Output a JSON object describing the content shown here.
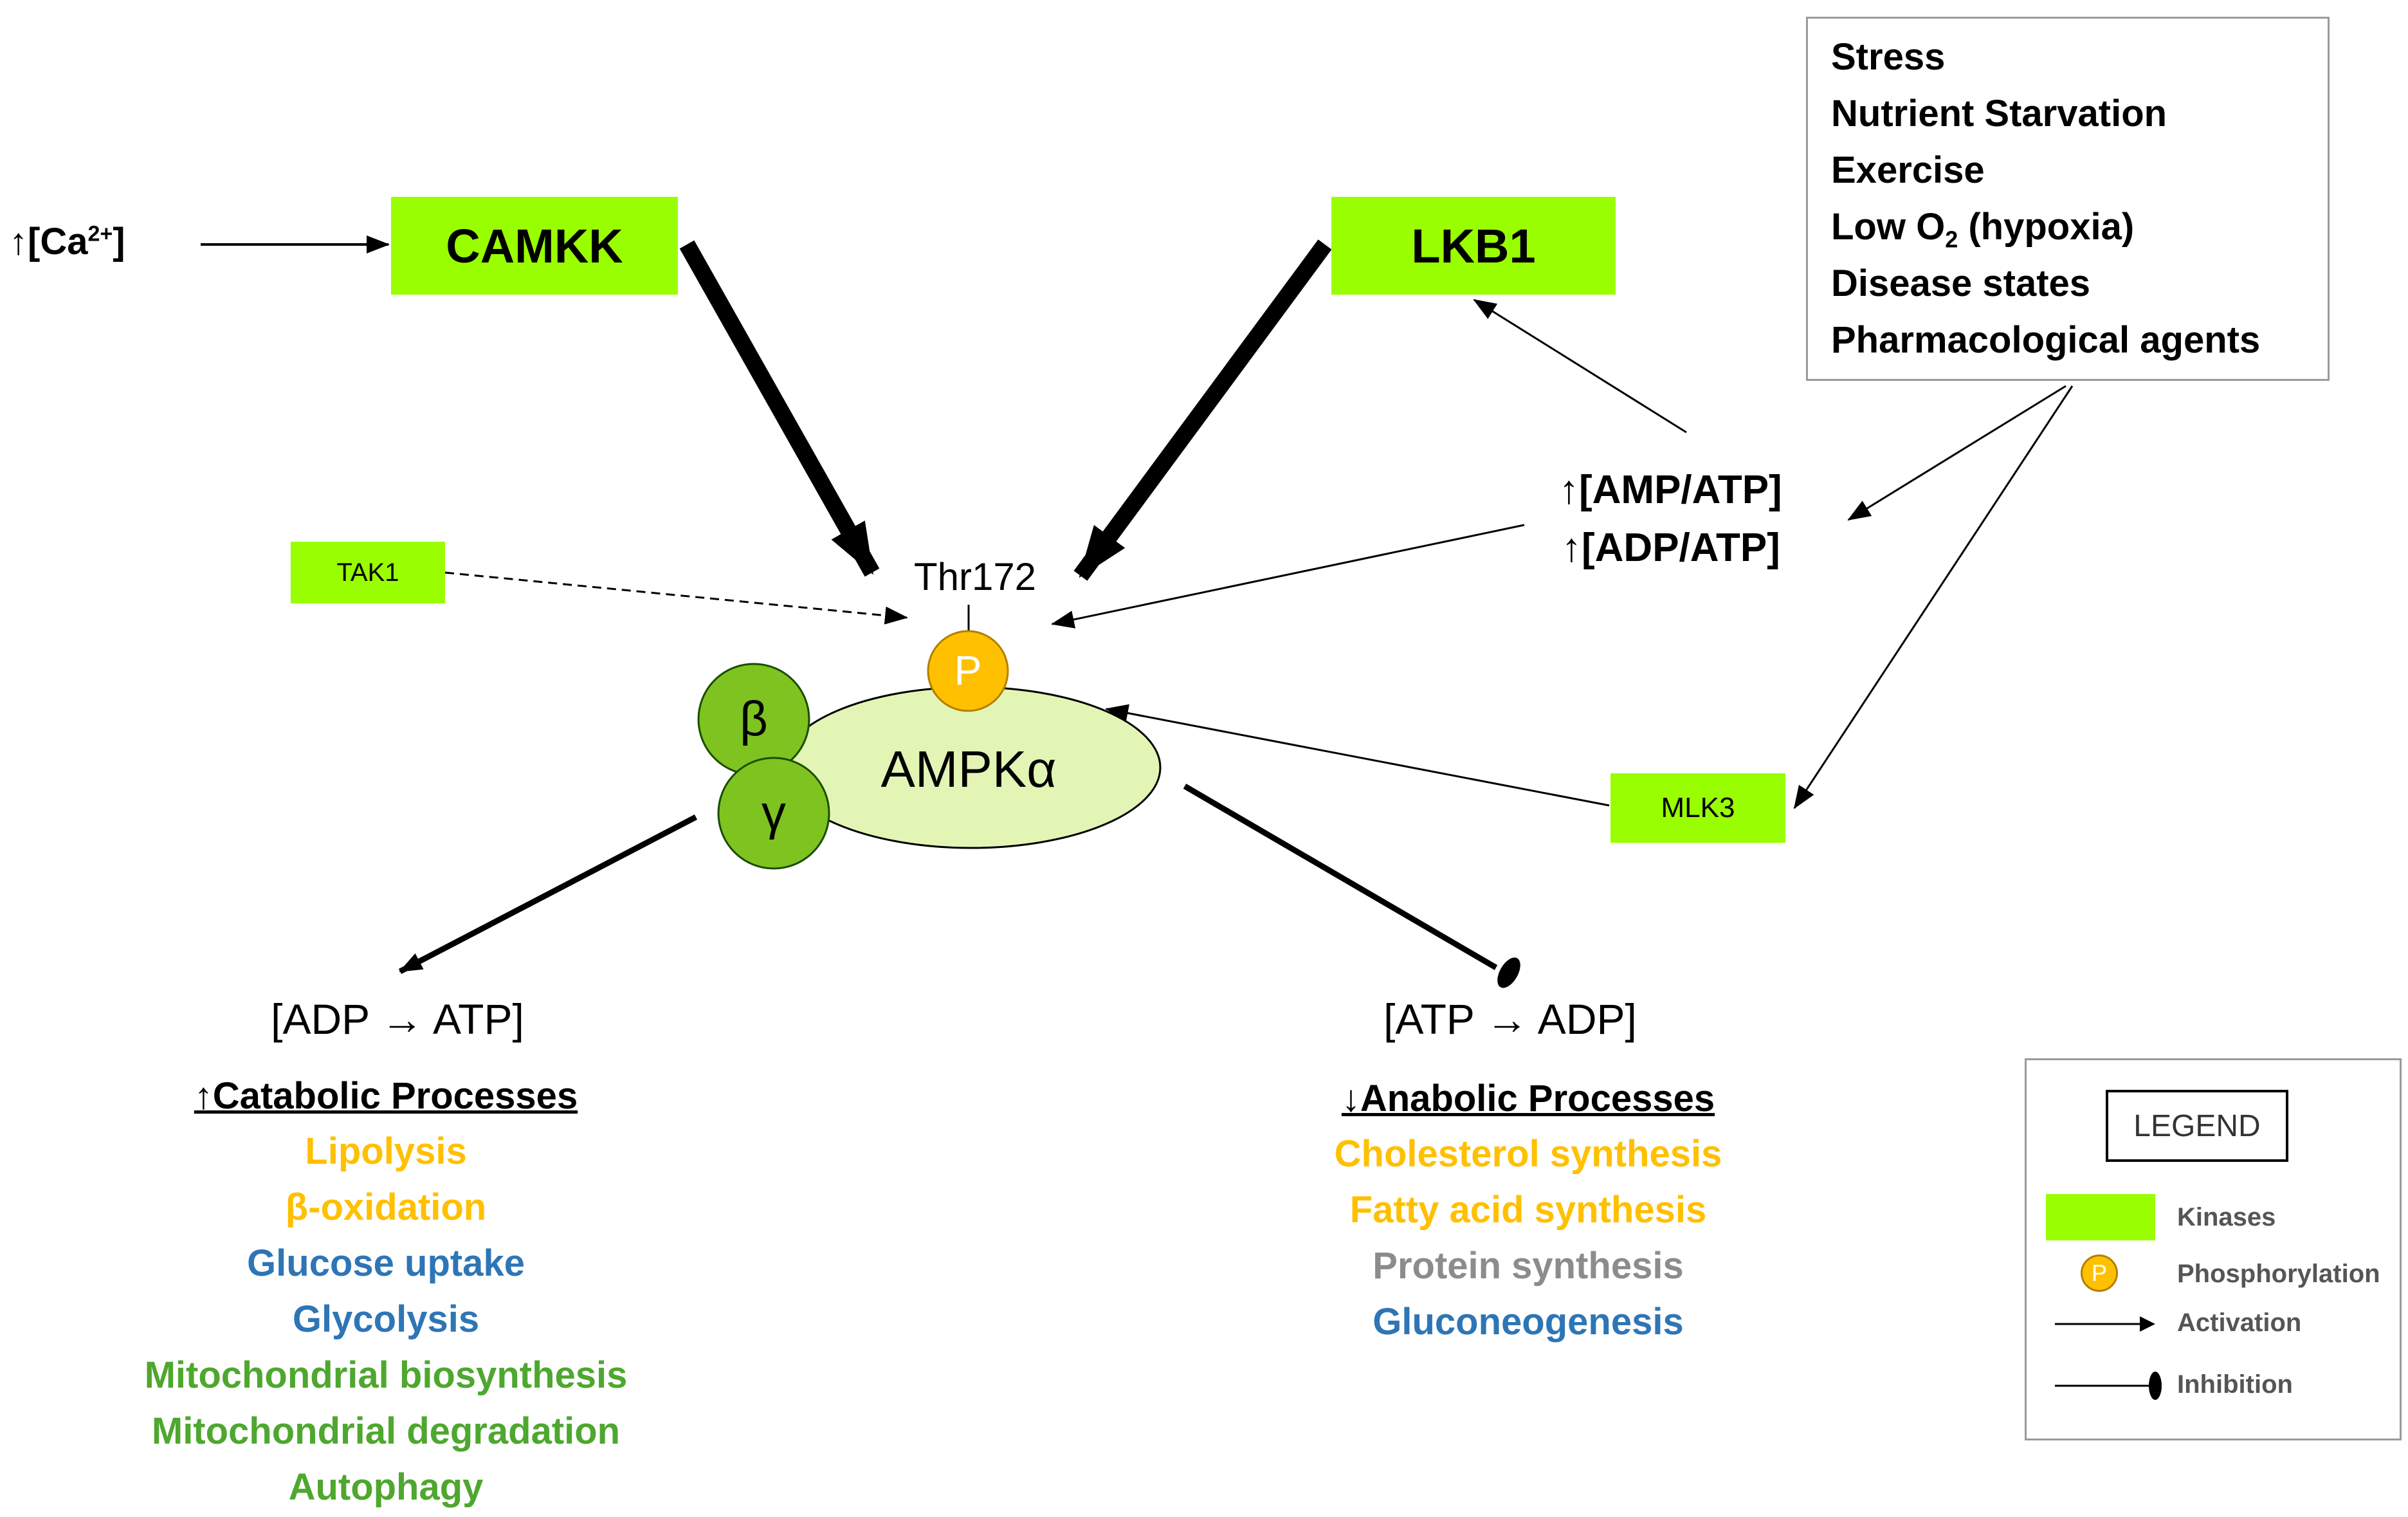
{
  "inputs": {
    "calcium_arrow": "↑",
    "calcium_label": "[Ca",
    "calcium_sup": "2+",
    "calcium_close": "]"
  },
  "kinases": {
    "camkk": "CAMKK",
    "lkb1": "LKB1",
    "tak1": "TAK1",
    "mlk3": "MLK3"
  },
  "stimuli": {
    "items": [
      "Stress",
      "Nutrient Starvation",
      "Exercise"
    ],
    "low_o2_prefix": "Low O",
    "low_o2_sub": "2",
    "low_o2_suffix": " (hypoxia)",
    "items_after": [
      "Disease states",
      "Pharmacological agents"
    ]
  },
  "ratios": {
    "amp_atp": "↑[AMP/ATP]",
    "adp_atp": "↑[ADP/ATP]"
  },
  "complex": {
    "site": "Thr172",
    "phospho": "P",
    "alpha": "AMPKα",
    "beta": "β",
    "gamma": "γ"
  },
  "catabolic": {
    "energy": "[ADP → ATP]",
    "heading": "↑Catabolic Processes",
    "items": [
      {
        "label": "Lipolysis",
        "color": "#ffc000"
      },
      {
        "label": "β-oxidation",
        "color": "#ffc000"
      },
      {
        "label": "Glucose uptake",
        "color": "#2e75b6"
      },
      {
        "label": "Glycolysis",
        "color": "#2e75b6"
      },
      {
        "label": "Mitochondrial biosynthesis",
        "color": "#4ea72e"
      },
      {
        "label": "Mitochondrial degradation",
        "color": "#4ea72e"
      },
      {
        "label": "Autophagy",
        "color": "#4ea72e"
      }
    ]
  },
  "anabolic": {
    "energy": "[ATP → ADP]",
    "heading": "↓Anabolic Processes",
    "items": [
      {
        "label": "Cholesterol synthesis",
        "color": "#ffc000"
      },
      {
        "label": "Fatty acid synthesis",
        "color": "#ffc000"
      },
      {
        "label": "Protein synthesis",
        "color": "#8c8c8c"
      },
      {
        "label": "Gluconeogenesis",
        "color": "#2e75b6"
      }
    ]
  },
  "legend": {
    "title": "LEGEND",
    "kinases": "Kinases",
    "phospho_symbol": "P",
    "phosphorylation": "Phosphorylation",
    "activation": "Activation",
    "inhibition": "Inhibition"
  },
  "colors": {
    "kinase": "#99ff00",
    "phospho": "#ffc000",
    "alpha_fill": "#e2f5b5",
    "subunit_fill": "#7ec31f"
  }
}
